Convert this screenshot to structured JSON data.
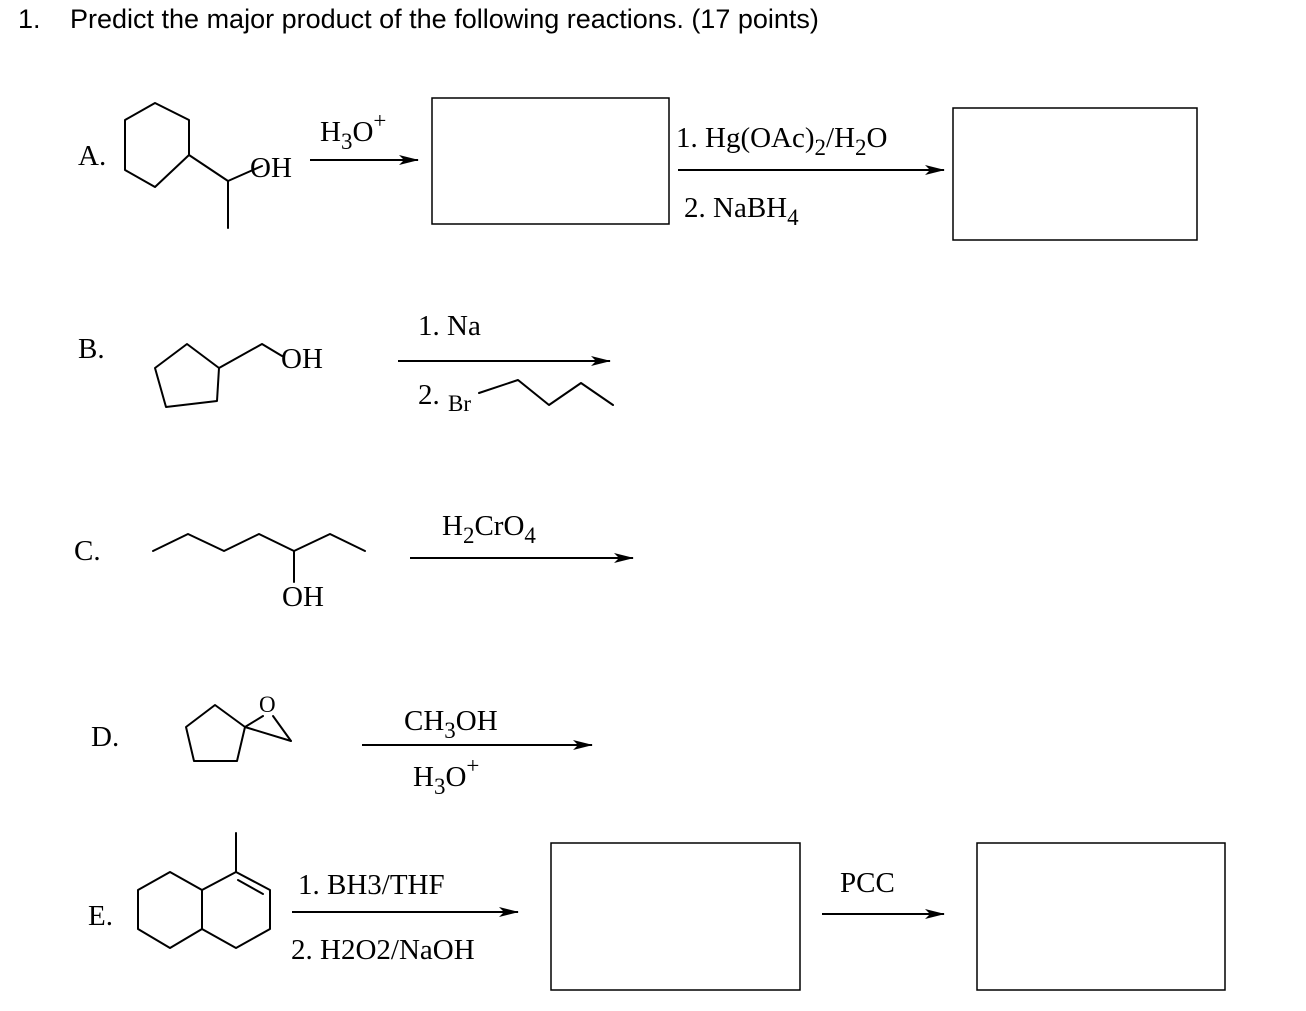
{
  "question": {
    "number": "1.",
    "text": "Predict the major product of the following reactions. (17 points)"
  },
  "reactions": {
    "A": {
      "label": "A.",
      "substituent": "OH",
      "step1_reagent": {
        "base": "H",
        "sub": "3",
        "mid": "O",
        "sup": "+"
      },
      "step2_line1": {
        "a": "1. Hg(OAc)",
        "s1": "2",
        "b": "/H",
        "s2": "2",
        "c": "O"
      },
      "step2_line2": {
        "a": "2. NaBH",
        "s1": "4"
      }
    },
    "B": {
      "label": "B.",
      "substituent": "OH",
      "reagent1": "1. Na",
      "reagent2_prefix": "2.",
      "reagent2_atom": "Br"
    },
    "C": {
      "label": "C.",
      "substituent": "OH",
      "reagent": {
        "a": "H",
        "s1": "2",
        "b": "CrO",
        "s2": "4"
      }
    },
    "D": {
      "label": "D.",
      "ring_atom": "O",
      "reagent1": {
        "a": "CH",
        "s1": "3",
        "b": "OH"
      },
      "reagent2": {
        "base": "H",
        "sub": "3",
        "mid": "O",
        "sup": "+"
      }
    },
    "E": {
      "label": "E.",
      "reagent1": "1. BH3/THF",
      "reagent2": "2. H2O2/NaOH",
      "step2_reagent": "PCC"
    }
  }
}
